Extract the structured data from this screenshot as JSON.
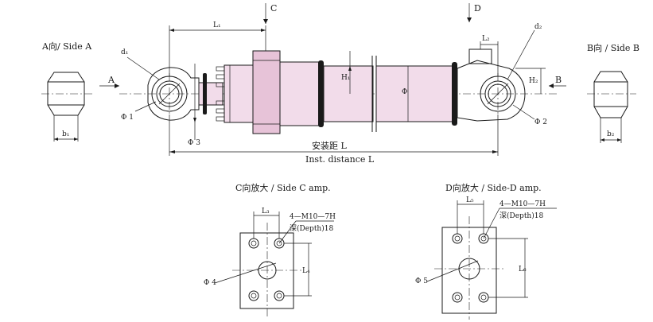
{
  "views": {
    "side_a": {
      "title": "A向/ Side A",
      "dim_b1": "b₁"
    },
    "side_b": {
      "title": "B向 / Side B",
      "dim_b2": "b₂"
    },
    "main": {
      "view_arrow_a": "A",
      "view_arrow_b": "B",
      "view_arrow_c": "C",
      "view_arrow_d": "D",
      "dim_l1": "L₁",
      "dim_l2": "L₂",
      "dim_d1": "d₁",
      "dim_d2": "d₂",
      "dim_phi1": "Φ 1",
      "dim_phi2": "Φ 2",
      "dim_phi3": "Φ 3",
      "dim_phi": "Φ",
      "dim_h1": "H₁",
      "dim_h2": "H₂",
      "install_distance_cn": "安装距 L",
      "install_distance_en": "Inst. distance L"
    },
    "side_c": {
      "title": "C向放大 / Side C amp.",
      "dim_l3": "L₃",
      "dim_l4": "L₄",
      "dim_phi4": "Φ 4",
      "thread": "4—M10—7H",
      "depth": "深(Depth)18"
    },
    "side_d": {
      "title": "D向放大 / Side-D amp.",
      "dim_l5": "L₅",
      "dim_l6": "L₆",
      "dim_phi5": "Φ 5",
      "thread": "4—M10—7H",
      "depth": "深(Depth)18"
    }
  }
}
